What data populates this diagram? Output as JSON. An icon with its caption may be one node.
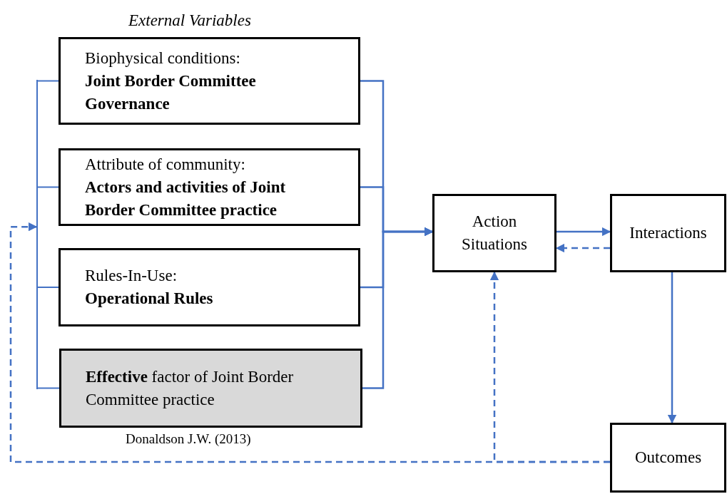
{
  "diagram": {
    "nodes": [
      {
        "text": [
          "Biophysical conditions:",
          "Joint Border Committee Governance"
        ]
      },
      {
        "text": [
          "Attribute of community:",
          "Actors and activities of Joint Border Committee practice"
        ]
      },
      {
        "text": [
          "Rules-In-Use:",
          "Operational Rules"
        ]
      },
      {
        "text": [
          "**Effective** factor of Joint Border Committee practice"
        ]
      },
      {
        "text": [
          "Action Situations"
        ]
      },
      {
        "text": [
          "Interactions"
        ]
      },
      {
        "text": [
          "Outcomes"
        ]
      },
      {
        "text": [],
        "shape": "bar"
      }
    ],
    "edges": [
      {
        "from": 0,
        "to": 4,
        "arrow": "to"
      },
      {
        "from": 1,
        "to": 4,
        "arrow": "to"
      },
      {
        "from": 2,
        "to": 4,
        "arrow": "to"
      },
      {
        "from": 3,
        "to": 4,
        "arrow": "to"
      },
      {
        "from": 4,
        "to": 5,
        "arrow": "to"
      },
      {
        "from": 5,
        "to": 4,
        "arrow": "to",
        "style": "dashed"
      },
      {
        "from": 5,
        "to": 6,
        "arrow": "to"
      },
      {
        "from": 6,
        "to": 4,
        "arrow": "to",
        "style": "dashed"
      },
      {
        "from": 6,
        "to": 7,
        "arrow": "to",
        "style": "dashed"
      },
      {
        "from": 7,
        "to": 0,
        "arrow": "none"
      },
      {
        "from": 7,
        "to": 1,
        "arrow": "none"
      },
      {
        "from": 7,
        "to": 2,
        "arrow": "none"
      },
      {
        "from": 7,
        "to": 3,
        "arrow": "none"
      }
    ],
    "labels": [
      "External Variables",
      "Donaldson J.W. (2013)"
    ]
  }
}
